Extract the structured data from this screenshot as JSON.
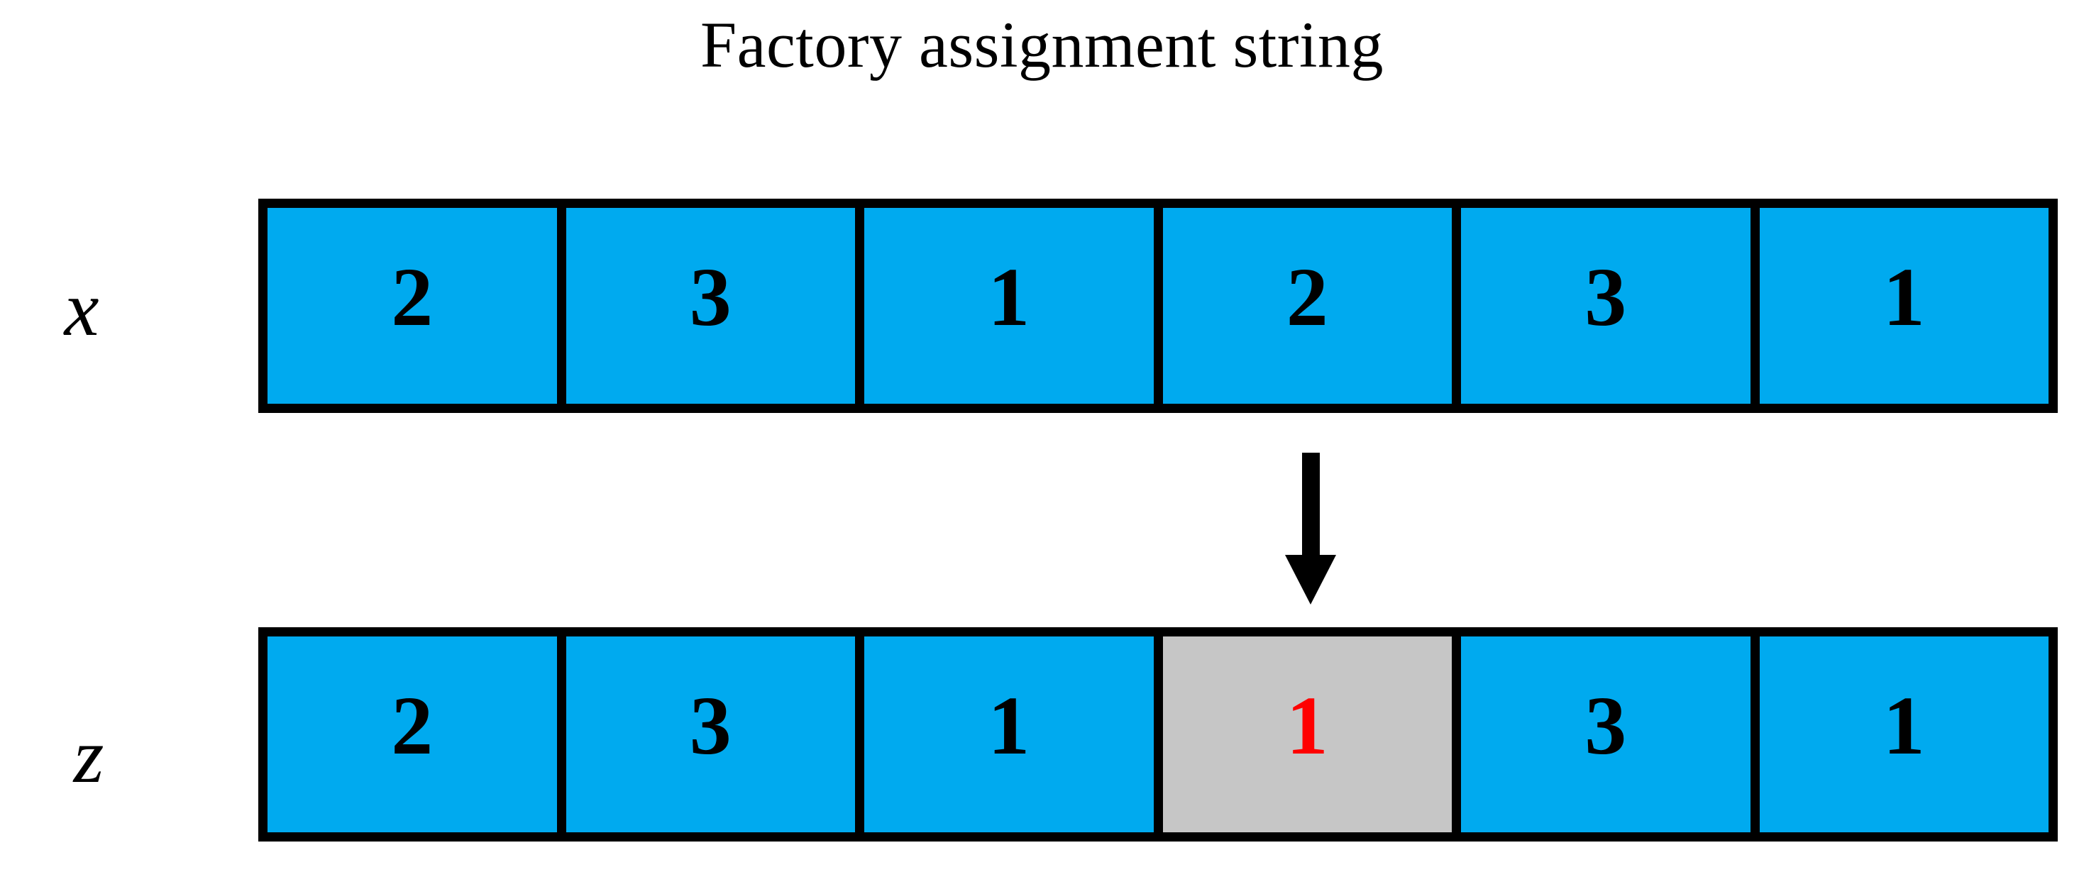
{
  "title": "Factory assignment string",
  "colors": {
    "cell_fill": "#00AAEF",
    "cell_highlight": "#C6C6C6",
    "cell_border": "#000000",
    "changed_value": "#FF0000",
    "text": "#000000",
    "background": "#FFFFFF"
  },
  "rows": [
    {
      "label": "x",
      "cells": [
        {
          "value": "2",
          "state": "normal"
        },
        {
          "value": "3",
          "state": "normal"
        },
        {
          "value": "1",
          "state": "normal"
        },
        {
          "value": "2",
          "state": "normal"
        },
        {
          "value": "3",
          "state": "normal"
        },
        {
          "value": "1",
          "state": "normal"
        }
      ]
    },
    {
      "label": "z",
      "cells": [
        {
          "value": "2",
          "state": "normal"
        },
        {
          "value": "3",
          "state": "normal"
        },
        {
          "value": "1",
          "state": "normal"
        },
        {
          "value": "1",
          "state": "changed"
        },
        {
          "value": "3",
          "state": "normal"
        },
        {
          "value": "1",
          "state": "normal"
        }
      ]
    }
  ],
  "arrow": {
    "name": "down-arrow-icon",
    "direction": "down",
    "points_to_cell_index": 3
  }
}
